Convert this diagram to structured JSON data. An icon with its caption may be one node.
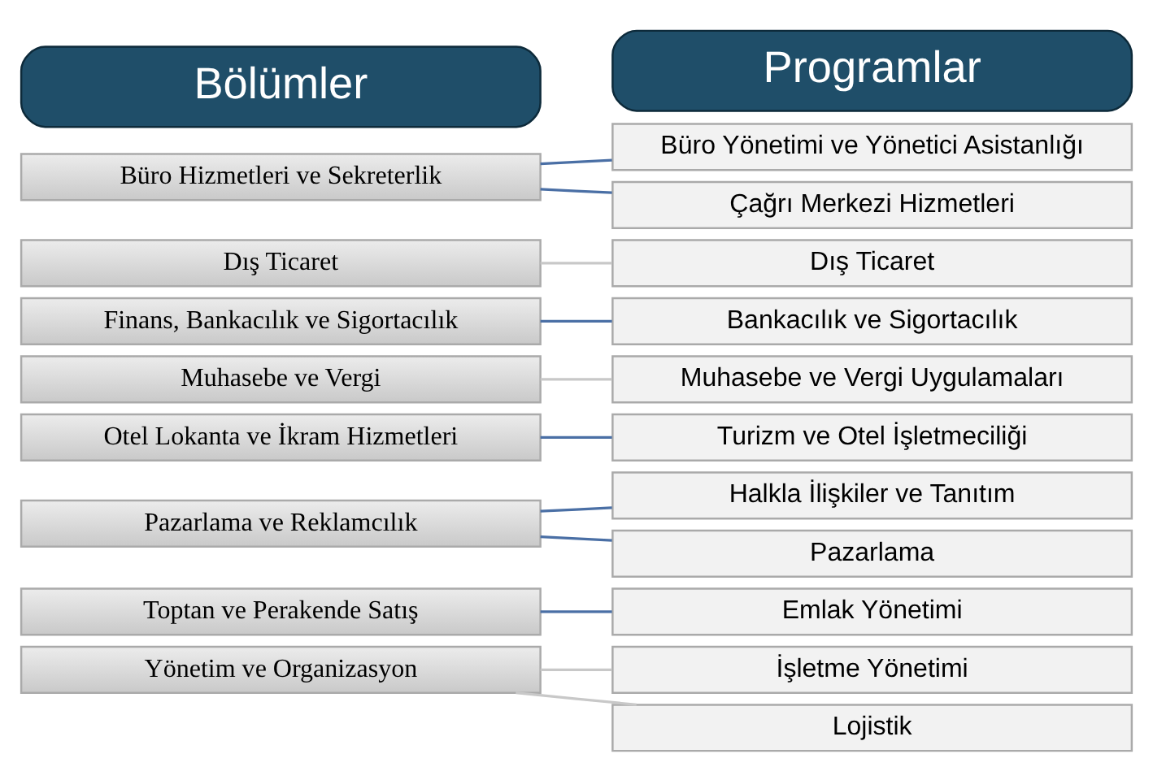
{
  "diagram": {
    "nodes": [
      {
        "text": [
          "Bölümler"
        ]
      },
      {
        "text": [
          "Programlar"
        ]
      },
      {
        "text": [
          "Büro Hizmetleri ve Sekreterlik"
        ]
      },
      {
        "text": [
          "Dış Ticaret"
        ]
      },
      {
        "text": [
          "Finans, Bankacılık ve Sigortacılık"
        ]
      },
      {
        "text": [
          "Muhasebe ve Vergi"
        ]
      },
      {
        "text": [
          "Otel Lokanta ve İkram Hizmetleri"
        ]
      },
      {
        "text": [
          "Pazarlama ve Reklamcılık"
        ]
      },
      {
        "text": [
          "Toptan ve Perakende Satış"
        ]
      },
      {
        "text": [
          "Yönetim ve Organizasyon"
        ]
      },
      {
        "text": [
          "Büro Yönetimi ve Yönetici Asistanlığı"
        ]
      },
      {
        "text": [
          "Çağrı Merkezi Hizmetleri"
        ]
      },
      {
        "text": [
          "Dış Ticaret"
        ]
      },
      {
        "text": [
          "Bankacılık ve Sigortacılık"
        ]
      },
      {
        "text": [
          "Muhasebe ve Vergi Uygulamaları"
        ]
      },
      {
        "text": [
          "Turizm ve Otel İşletmeciliği"
        ]
      },
      {
        "text": [
          "Halkla İlişkiler ve Tanıtım"
        ]
      },
      {
        "text": [
          "Pazarlama"
        ]
      },
      {
        "text": [
          "Emlak Yönetimi"
        ]
      },
      {
        "text": [
          "İşletme Yönetimi"
        ]
      },
      {
        "text": [
          "Lojistik"
        ]
      }
    ],
    "edges": [
      {
        "from": 2,
        "to": 10,
        "arrow": "none"
      },
      {
        "from": 2,
        "to": 11,
        "arrow": "none"
      },
      {
        "from": 3,
        "to": 12,
        "arrow": "none",
        "color": "#c8c8c8"
      },
      {
        "from": 4,
        "to": 13,
        "arrow": "none"
      },
      {
        "from": 5,
        "to": 14,
        "arrow": "none",
        "color": "#c8c8c8"
      },
      {
        "from": 6,
        "to": 15,
        "arrow": "none"
      },
      {
        "from": 7,
        "to": 16,
        "arrow": "none"
      },
      {
        "from": 7,
        "to": 17,
        "arrow": "none"
      },
      {
        "from": 8,
        "to": 18,
        "arrow": "none"
      },
      {
        "from": 9,
        "to": 19,
        "arrow": "none",
        "color": "#c8c8c8"
      },
      {
        "from": 9,
        "to": 20,
        "arrow": "none",
        "color": "#c8c8c8"
      }
    ]
  }
}
